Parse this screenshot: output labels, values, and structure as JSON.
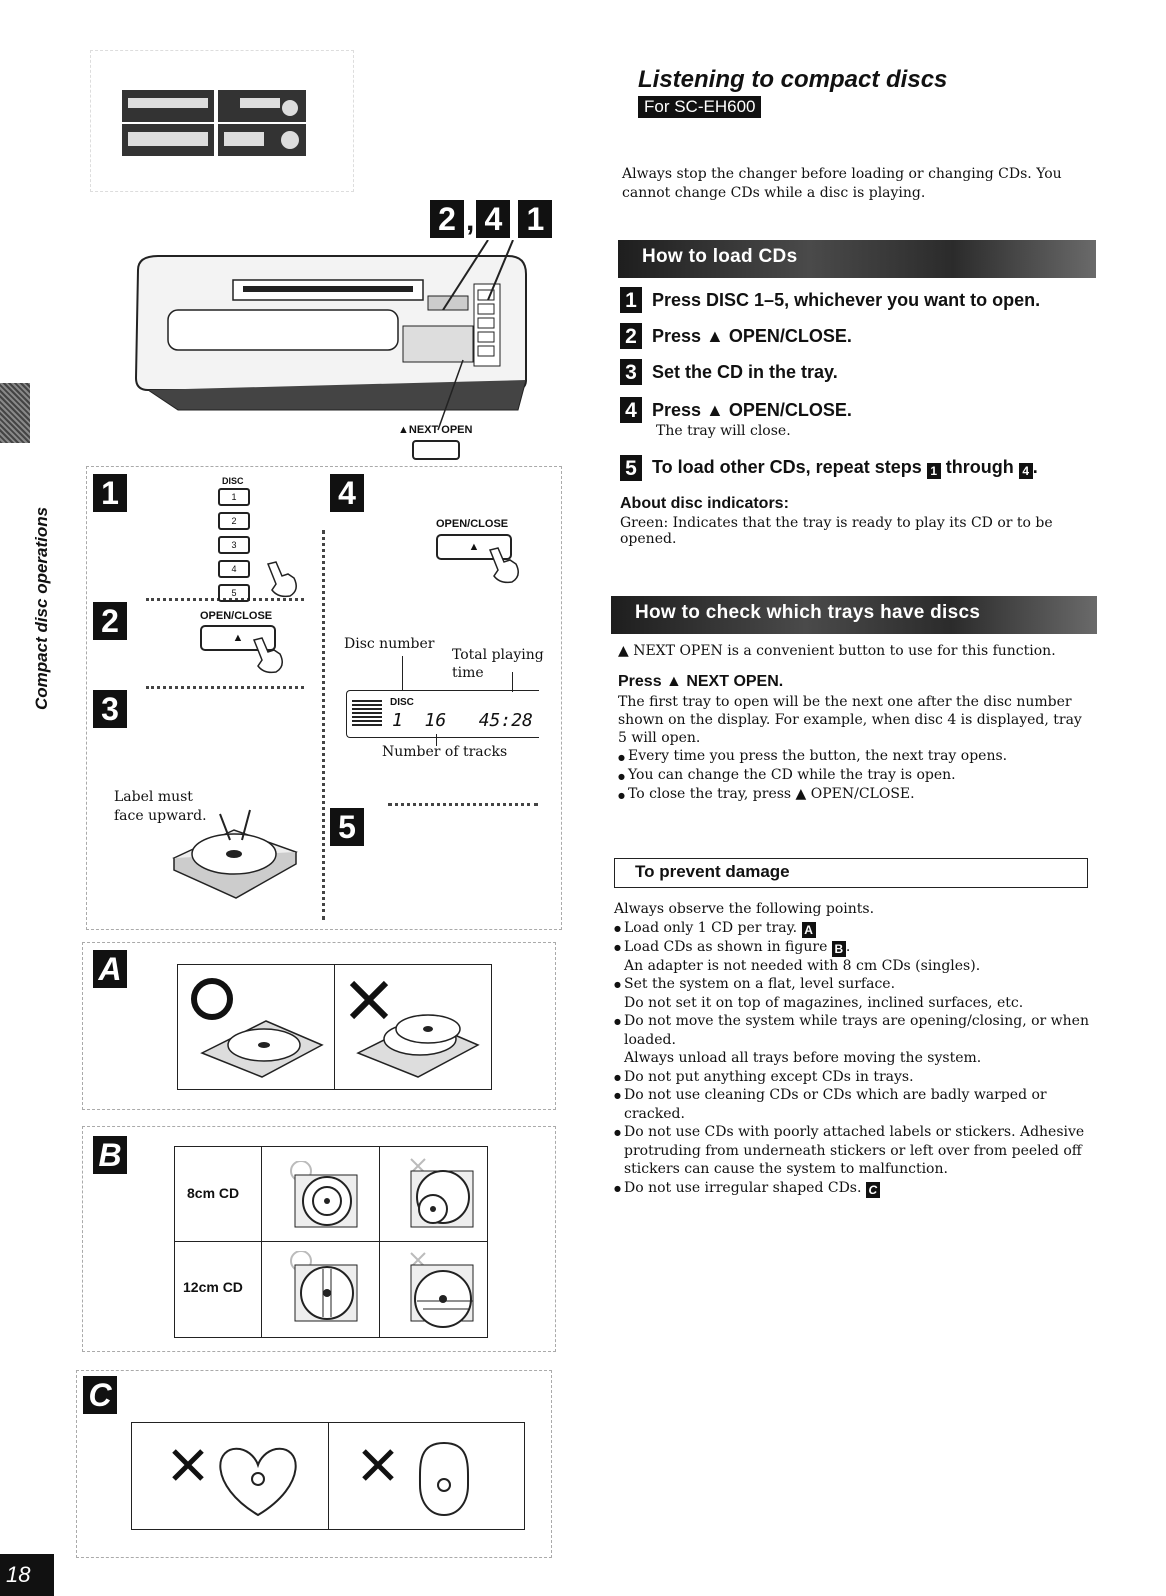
{
  "header": {
    "title": "Listening to compact discs",
    "model_badge": "For SC-EH600"
  },
  "intro": "Always stop the changer before loading or changing CDs. You cannot change CDs while a disc is playing.",
  "load_section": {
    "banner": "How to load CDs",
    "steps": [
      {
        "num": "1",
        "text": "Press DISC 1–5, whichever you want to open."
      },
      {
        "num": "2",
        "text": "Press ▲ OPEN/CLOSE."
      },
      {
        "num": "3",
        "text": "Set the CD in the tray."
      },
      {
        "num": "4",
        "text": "Press ▲ OPEN/CLOSE.",
        "sub": "The tray will close."
      },
      {
        "num": "5",
        "text_a": "To load other CDs, repeat steps",
        "ref_a": "1",
        "text_b": "through",
        "ref_b": "4",
        "text_c": "."
      }
    ],
    "about_heading": "About disc indicators:",
    "about_text": "Green: Indicates that the tray is ready to play its CD or to be opened."
  },
  "check_section": {
    "banner": "How to check which trays have discs",
    "note": "▲ NEXT OPEN is a convenient button to use for this function.",
    "press": "Press ▲ NEXT OPEN.",
    "desc": "The first tray to open will be the next one after the disc number shown on the display. For example, when disc 4 is displayed, tray 5 will open.",
    "bullets": [
      "Every time you press the button, the next tray opens.",
      "You can change the CD while the tray is open.",
      "To close the tray, press ▲ OPEN/CLOSE."
    ]
  },
  "damage_section": {
    "heading": "To prevent damage",
    "intro": "Always observe the following points.",
    "items": [
      {
        "text": "Load only 1 CD per tray.",
        "ref": "A"
      },
      {
        "text": "Load CDs as shown in figure",
        "ref": "B",
        "after": ".",
        "sub": "An adapter is not needed with 8 cm CDs (singles)."
      },
      {
        "text": "Set the system on a flat, level surface.",
        "sub": "Do not set it on top of magazines, inclined surfaces, etc."
      },
      {
        "text": "Do not move the system while trays are opening/closing, or when loaded.",
        "sub": "Always unload all trays before moving the system."
      },
      {
        "text": "Do not put anything except CDs in trays."
      },
      {
        "text": "Do not use cleaning CDs or CDs which are badly warped or cracked."
      },
      {
        "text": "Do not use CDs with poorly attached labels or stickers. Adhesive protruding from underneath stickers or left over from peeled off stickers can cause the system to malfunction."
      },
      {
        "text": "Do not use irregular shaped CDs.",
        "ref": "C"
      }
    ]
  },
  "figures": {
    "main_callout": "2,4 1",
    "callout_a": "2",
    "callout_sep": ",",
    "callout_b": "4",
    "callout_c": "1",
    "next_open_label": "▲NEXT OPEN",
    "disc_label": "DISC",
    "disc_buttons": [
      "1",
      "2",
      "3",
      "4",
      "5"
    ],
    "open_close": "OPEN/CLOSE",
    "disc_number": "Disc number",
    "total_time": "Total playing time",
    "num_tracks": "Number of tracks",
    "display_disc": "DISC",
    "display_digits": "1  16   45:28",
    "label_face": "Label must face upward.",
    "cd8": "8cm CD",
    "cd12": "12cm CD",
    "panel_nums": [
      "1",
      "4",
      "2",
      "3",
      "5"
    ],
    "panel_letters": [
      "A",
      "B",
      "C"
    ]
  },
  "sidebar": {
    "section": "Compact disc operations",
    "page_number": "18"
  }
}
